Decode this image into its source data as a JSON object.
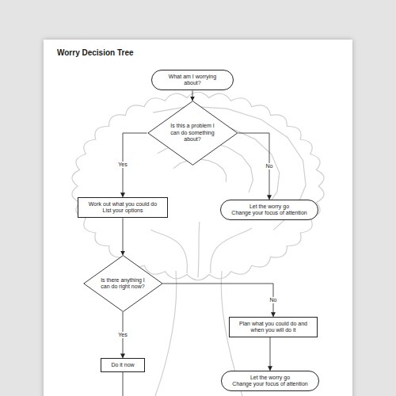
{
  "diagram": {
    "title": "Worry Decision Tree",
    "nodes": [
      {
        "text": [
          "What am I worrying about?"
        ]
      },
      {
        "text": [
          "Is this a problem I can do something about?"
        ]
      },
      {
        "text": [
          "Work out what you could do",
          "List your options"
        ]
      },
      {
        "text": [
          "Let the worry go",
          "Change your focus of attention"
        ]
      },
      {
        "text": [
          "Is there anything I can do right now?"
        ]
      },
      {
        "text": [
          "Plan what you could do and when you will do it"
        ]
      },
      {
        "text": [
          "Do it now"
        ]
      },
      {
        "text": [
          "Let the worry go",
          "Change your focus of attention"
        ]
      }
    ],
    "edges": [
      {
        "from": 0,
        "to": 1,
        "arrow": "to"
      },
      {
        "from": 1,
        "to": 2,
        "label": "Yes",
        "arrow": "to"
      },
      {
        "from": 1,
        "to": 3,
        "label": "No",
        "arrow": "to"
      },
      {
        "from": 2,
        "to": 4,
        "arrow": "to"
      },
      {
        "from": 4,
        "to": 5,
        "label": "No",
        "arrow": "to"
      },
      {
        "from": 4,
        "to": 6,
        "label": "Yes",
        "arrow": "to"
      },
      {
        "from": 5,
        "to": 7,
        "arrow": "to"
      }
    ]
  }
}
